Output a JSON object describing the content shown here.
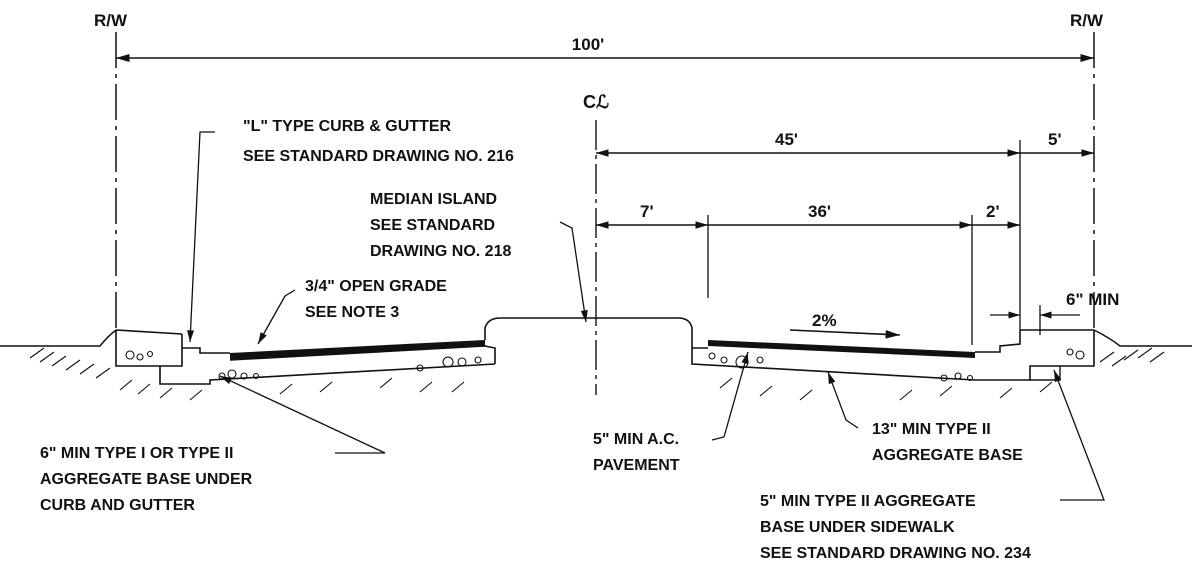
{
  "right_of_way": {
    "left_label": "R/W",
    "right_label": "R/W",
    "total_width": "100'"
  },
  "centerline_symbol": "Cℒ",
  "dimensions": {
    "half_width": "45'",
    "sidewalk": "5'",
    "median": "7'",
    "roadway": "36'",
    "gutter": "2'",
    "curb_offset": "6\" MIN"
  },
  "cross_slope": "2%",
  "callouts": {
    "curb_gutter": [
      "\"L\" TYPE CURB & GUTTER",
      "SEE STANDARD DRAWING NO. 216"
    ],
    "median_island": [
      "MEDIAN ISLAND",
      "SEE STANDARD",
      "DRAWING NO. 218"
    ],
    "open_grade": [
      "3/4\" OPEN GRADE",
      "SEE NOTE 3"
    ],
    "base_under_curb": [
      "6\" MIN TYPE I OR TYPE II",
      "AGGREGATE BASE UNDER",
      "CURB AND GUTTER"
    ],
    "ac_pavement": [
      "5\" MIN A.C.",
      "PAVEMENT"
    ],
    "aggregate_base": [
      "13\" MIN TYPE II",
      "AGGREGATE BASE"
    ],
    "base_under_sidewalk": [
      "5\" MIN TYPE II AGGREGATE",
      "BASE UNDER SIDEWALK",
      "SEE STANDARD DRAWING NO. 234"
    ]
  },
  "colors": {
    "ink": "#111111",
    "background": "#ffffff"
  }
}
